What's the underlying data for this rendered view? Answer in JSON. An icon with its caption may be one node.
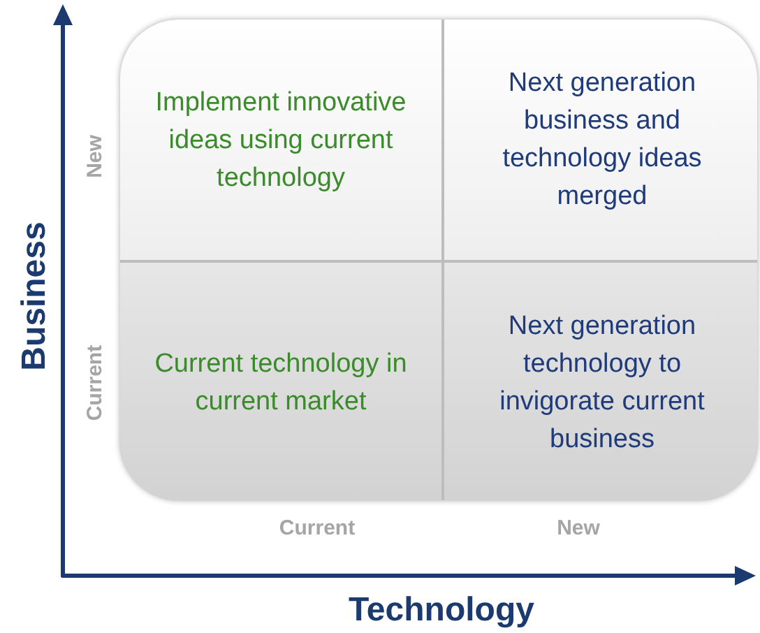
{
  "diagram": {
    "nodes": [
      {
        "text": [
          "Implement innovative ideas using current technology"
        ]
      },
      {
        "text": [
          "Next generation business and technology ideas merged"
        ]
      },
      {
        "text": [
          "Current technology in current market"
        ]
      },
      {
        "text": [
          "Next generation technology to invigorate current business"
        ]
      }
    ],
    "edges": [],
    "labels": [
      "Business",
      "New",
      "Current",
      "Current",
      "New",
      "Technology"
    ]
  }
}
